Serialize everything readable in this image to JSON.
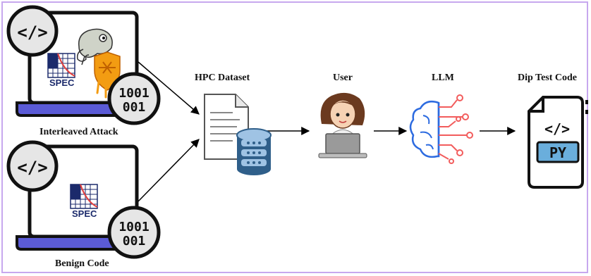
{
  "labels": {
    "interleaved_attack": "Interleaved Attack",
    "benign_code": "Benign Code",
    "hpc_dataset": "HPC Dataset",
    "user": "User",
    "llm": "LLM",
    "dip_test_code": "Dip Test Code"
  },
  "icons": {
    "code_badge": "</>",
    "binary_line1": "1001",
    "binary_line2": "001",
    "spec_logo": "SPEC",
    "py_badge": "PY"
  },
  "colors": {
    "frame_border": "#c7a8ee",
    "laptop_blue": "#5b5bd6",
    "circle_gray": "#e6e6e6",
    "db_blue": "#2f5f8a",
    "db_light": "#9fc3e4",
    "llm_blue": "#2d6be0",
    "llm_red": "#f25c5c"
  }
}
